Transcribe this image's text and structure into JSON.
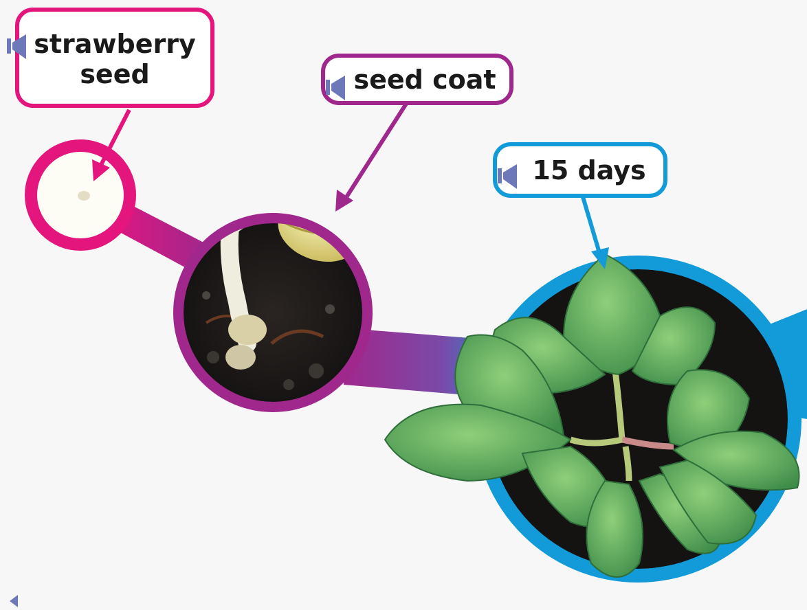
{
  "labels": {
    "strawberry_seed": {
      "line1": "strawberry",
      "line2": "seed"
    },
    "seed_coat": {
      "text": "seed coat"
    },
    "days_15": {
      "text": "15 days"
    }
  },
  "icons": {
    "speaker": "speaker-icon",
    "back": "back-arrow-icon"
  },
  "colors": {
    "magenta": "#e5157e",
    "purple": "#a0288c",
    "blue": "#129bd8",
    "speaker": "#6d78b8",
    "background": "#f7f7f7"
  }
}
